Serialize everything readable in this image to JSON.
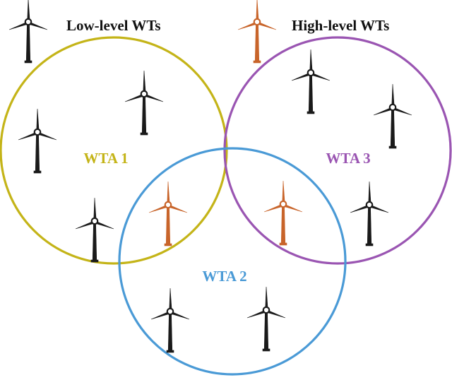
{
  "legend": {
    "low_label": "Low-level WTs",
    "high_label": "High-level WTs"
  },
  "colors": {
    "low_turbine": "#1a1a1a",
    "high_turbine": "#c8642a",
    "wta1": "#c4b418",
    "wta2": "#4a9ad6",
    "wta3": "#9a55b2"
  },
  "areas": [
    {
      "label": "WTA 1",
      "color": "#c4b418"
    },
    {
      "label": "WTA 2",
      "color": "#4a9ad6"
    },
    {
      "label": "WTA 3",
      "color": "#9a55b2"
    }
  ],
  "turbines": {
    "low_count": 8,
    "high_count": 2
  }
}
